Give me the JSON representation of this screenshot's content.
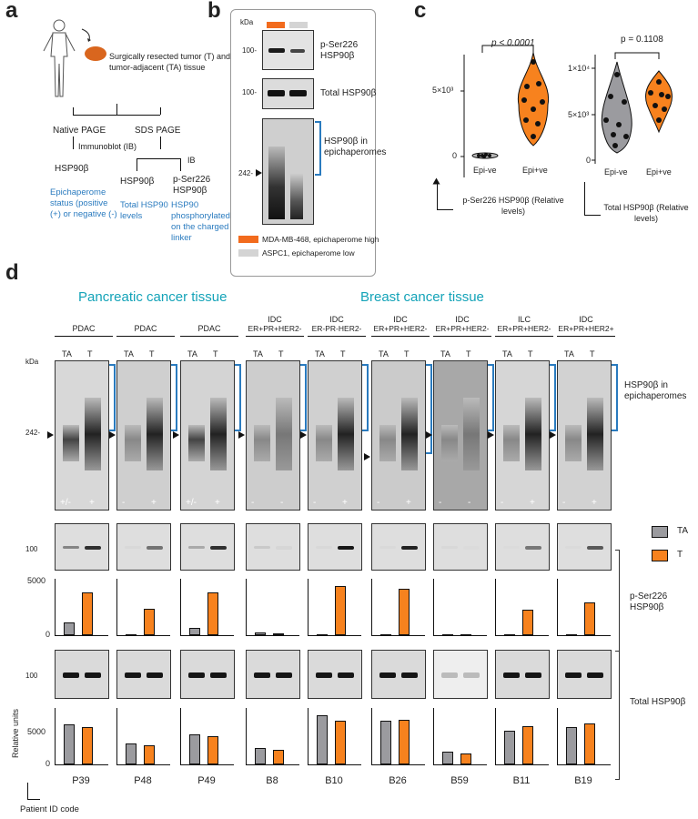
{
  "panels": {
    "a": "a",
    "b": "b",
    "c": "c",
    "d": "d"
  },
  "panel_a": {
    "tissue_text": "Surgically resected tumor (T) and tumor-adjacent (TA) tissue",
    "native": "Native PAGE",
    "sds": "SDS PAGE",
    "ib": "Immunoblot (IB)",
    "ib2": "IB",
    "hsp_left": "HSP90β",
    "epi_status": "Epichaperome status (positive (+) or negative (-)",
    "hsp_mid": "HSP90β",
    "total_levels": "Total HSP90 levels",
    "pser": "p-Ser226 HSP90β",
    "phospho": "HSP90 phosphorylated on the charged linker"
  },
  "panel_b": {
    "kda": "kDa",
    "m100a": "100-",
    "m100b": "100-",
    "m242": "242-",
    "pser": "p-Ser226 HSP90β",
    "total": "Total HSP90β",
    "epi": "HSP90β in epichaperomes",
    "legend1": "MDA-MB-468, epichaperome high",
    "legend2": "ASPC1, epichaperome low",
    "c_high": "#f26b1d",
    "c_low": "#d4d4d4"
  },
  "panel_c": {
    "p1": "p < 0.0001",
    "p2": "p = 0.1108",
    "y1_top": "5×10³",
    "y1_zero": "0",
    "y2_top": "1×10⁴",
    "y2_mid": "5×10³",
    "y2_zero": "0",
    "x_epineg": "Epi-ve",
    "x_epipos": "Epi+ve",
    "x_epineg2": "Epi-ve",
    "x_epipos2": "Epi+ve",
    "ylab1": "p-Ser226 HSP90β (Relative levels)",
    "ylab2": "Total HSP90β (Relative levels)"
  },
  "panel_d": {
    "pancreatic": "Pancreatic cancer tissue",
    "breast": "Breast cancer tissue",
    "kda": "kDa",
    "m242": "242-",
    "m100a": "100",
    "m100b": "100",
    "y5000a": "5000",
    "y0a": "0",
    "y5000b": "5000",
    "y0b": "0",
    "rel_units": "Relative units",
    "patient_code": "Patient ID code",
    "epi_label": "HSP90β in epichaperomes",
    "pser_label": "p-Ser226 HSP90β",
    "total_label": "Total HSP90β",
    "legend_ta": "TA",
    "legend_t": "T",
    "lane_ta": "TA",
    "lane_t": "T",
    "samples": [
      {
        "type": "PDAC",
        "sub": "",
        "id": "P39",
        "status_ta": "+/-",
        "status_t": "+"
      },
      {
        "type": "PDAC",
        "sub": "",
        "id": "P48",
        "status_ta": "-",
        "status_t": "+"
      },
      {
        "type": "PDAC",
        "sub": "",
        "id": "P49",
        "status_ta": "+/-",
        "status_t": "+"
      },
      {
        "type": "IDC",
        "sub": "ER+PR+HER2-",
        "id": "B8",
        "status_ta": "-",
        "status_t": "-"
      },
      {
        "type": "IDC",
        "sub": "ER-PR-HER2-",
        "id": "B10",
        "status_ta": "-",
        "status_t": "+"
      },
      {
        "type": "IDC",
        "sub": "ER+PR+HER2-",
        "id": "B26",
        "status_ta": "-",
        "status_t": "+"
      },
      {
        "type": "IDC",
        "sub": "ER+PR+HER2-",
        "id": "B59",
        "status_ta": "-",
        "status_t": "-"
      },
      {
        "type": "ILC",
        "sub": "ER+PR+HER2-",
        "id": "B11",
        "status_ta": "-",
        "status_t": "+"
      },
      {
        "type": "IDC",
        "sub": "ER+PR+HER2+",
        "id": "B19",
        "status_ta": "-",
        "status_t": "+"
      }
    ]
  },
  "chart_data": [
    {
      "type": "bar",
      "title": "",
      "ylabel": "",
      "ylim": [
        0,
        5000
      ],
      "categories": [
        "P39",
        "P48",
        "P49",
        "B8",
        "B10",
        "B26",
        "B59",
        "B11",
        "B19"
      ],
      "series": [
        {
          "name": "TA",
          "values": [
            1100,
            80,
            650,
            250,
            60,
            50,
            80,
            30,
            40
          ]
        },
        {
          "name": "T",
          "values": [
            3800,
            2350,
            3800,
            180,
            4350,
            4100,
            50,
            2250,
            2900
          ]
        }
      ]
    },
    {
      "type": "bar",
      "title": "",
      "ylabel": "Relative units",
      "ylim": [
        0,
        9000
      ],
      "categories": [
        "P39",
        "P48",
        "P49",
        "B8",
        "B10",
        "B26",
        "B59",
        "B11",
        "B19"
      ],
      "series": [
        {
          "name": "TA",
          "values": [
            6400,
            3300,
            4800,
            2600,
            7900,
            6900,
            2000,
            5300,
            5900
          ]
        },
        {
          "name": "T",
          "values": [
            6000,
            3000,
            4500,
            2300,
            7000,
            7100,
            1700,
            6100,
            6500
          ]
        }
      ]
    }
  ]
}
